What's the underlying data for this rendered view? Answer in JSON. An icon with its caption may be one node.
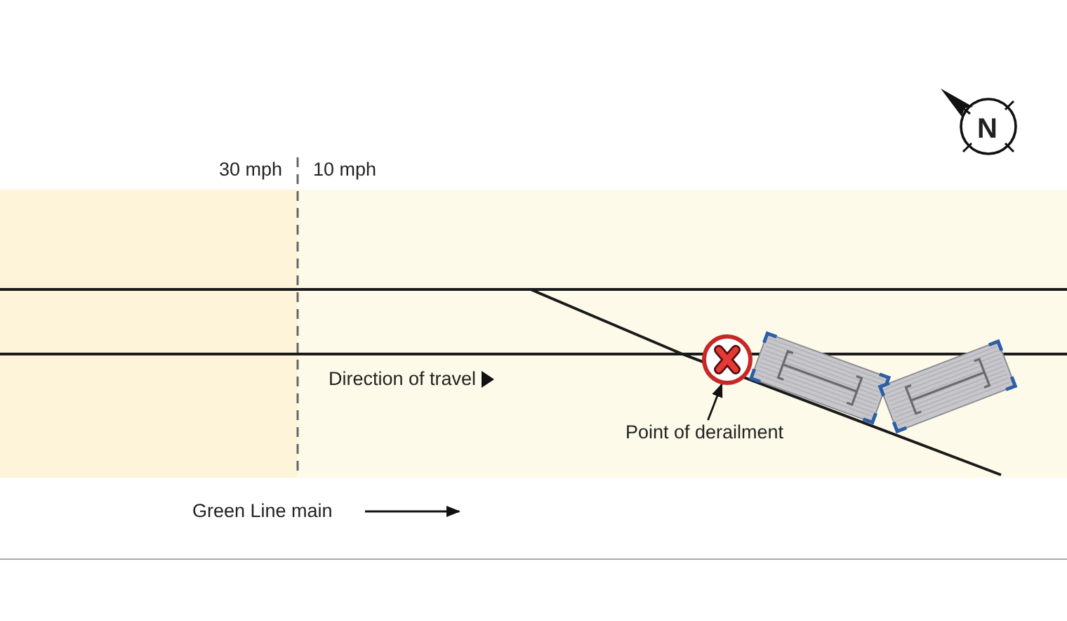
{
  "diagram": {
    "nodes": [
      {
        "text": [
          "Point of derailment"
        ]
      },
      {
        "text": [],
        "shape": "circle"
      }
    ],
    "edges": [
      {
        "from": 0,
        "to": 1,
        "arrow": "to"
      }
    ],
    "labels": [
      "N",
      "30 mph",
      "10 mph",
      "Direction of travel",
      "Green Line main"
    ]
  }
}
